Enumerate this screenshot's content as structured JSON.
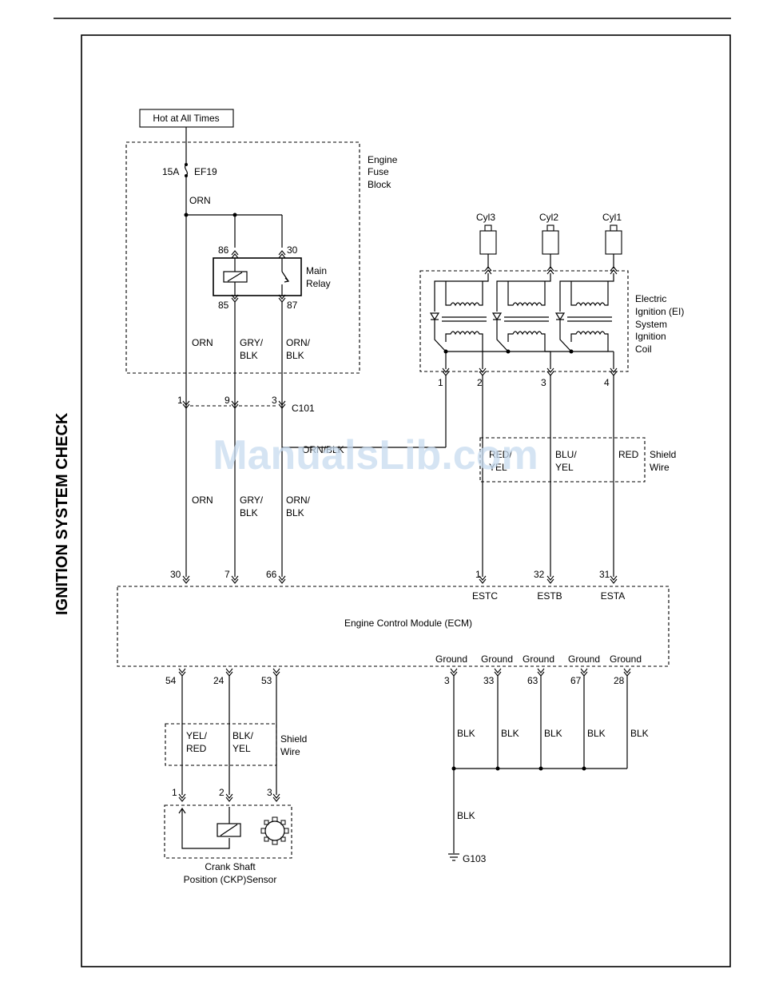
{
  "side_title": "IGNITION SYSTEM CHECK",
  "watermark": "ManualsLib.com",
  "hot_label": "Hot at All Times",
  "fuse_block": {
    "l1": "Engine",
    "l2": "Fuse",
    "l3": "Block"
  },
  "fuse": {
    "amp": "15A",
    "name": "EF19"
  },
  "relay": {
    "l1": "Main",
    "l2": "Relay",
    "p86": "86",
    "p30": "30",
    "p85": "85",
    "p87": "87"
  },
  "wire_colors": {
    "orn": "ORN",
    "gry": "GRY/",
    "blk": "BLK",
    "orn2": "ORN/",
    "orn_blk": "ORN/BLK",
    "red_yel_1": "RED/",
    "red_yel_2": "YEL",
    "blu": "BLU/",
    "yel": "YEL",
    "red": "RED",
    "yel_red_1": "YEL/",
    "yel_red_2": "RED",
    "blk_yel_1": "BLK/",
    "blk_yel_2": "YEL"
  },
  "connector": {
    "name": "C101",
    "p1": "1",
    "p9": "9",
    "p3": "3"
  },
  "coil": {
    "l1": "Electric",
    "l2": "Ignition (EI)",
    "l3": "System",
    "l4": "Ignition",
    "l5": "Coil",
    "cyl3": "Cyl3",
    "cyl2": "Cyl2",
    "cyl1": "Cyl1",
    "p1": "1",
    "p2": "2",
    "p3": "3",
    "p4": "4"
  },
  "shield": {
    "l1": "Shield",
    "l2": "Wire"
  },
  "ecm": {
    "title": "Engine Control Module (ECM)",
    "p30": "30",
    "p7": "7",
    "p66": "66",
    "p1": "1",
    "p32": "32",
    "p31": "31",
    "estc": "ESTC",
    "estb": "ESTB",
    "esta": "ESTA",
    "p54": "54",
    "p24": "24",
    "p53": "53",
    "ground": "Ground",
    "g3": "3",
    "g33": "33",
    "g63": "63",
    "g67": "67",
    "g28": "28"
  },
  "ckp": {
    "l1": "Crank Shaft",
    "l2": "Position (CKP)Sensor",
    "p1": "1",
    "p2": "2",
    "p3": "3"
  },
  "ground_point": "G103"
}
